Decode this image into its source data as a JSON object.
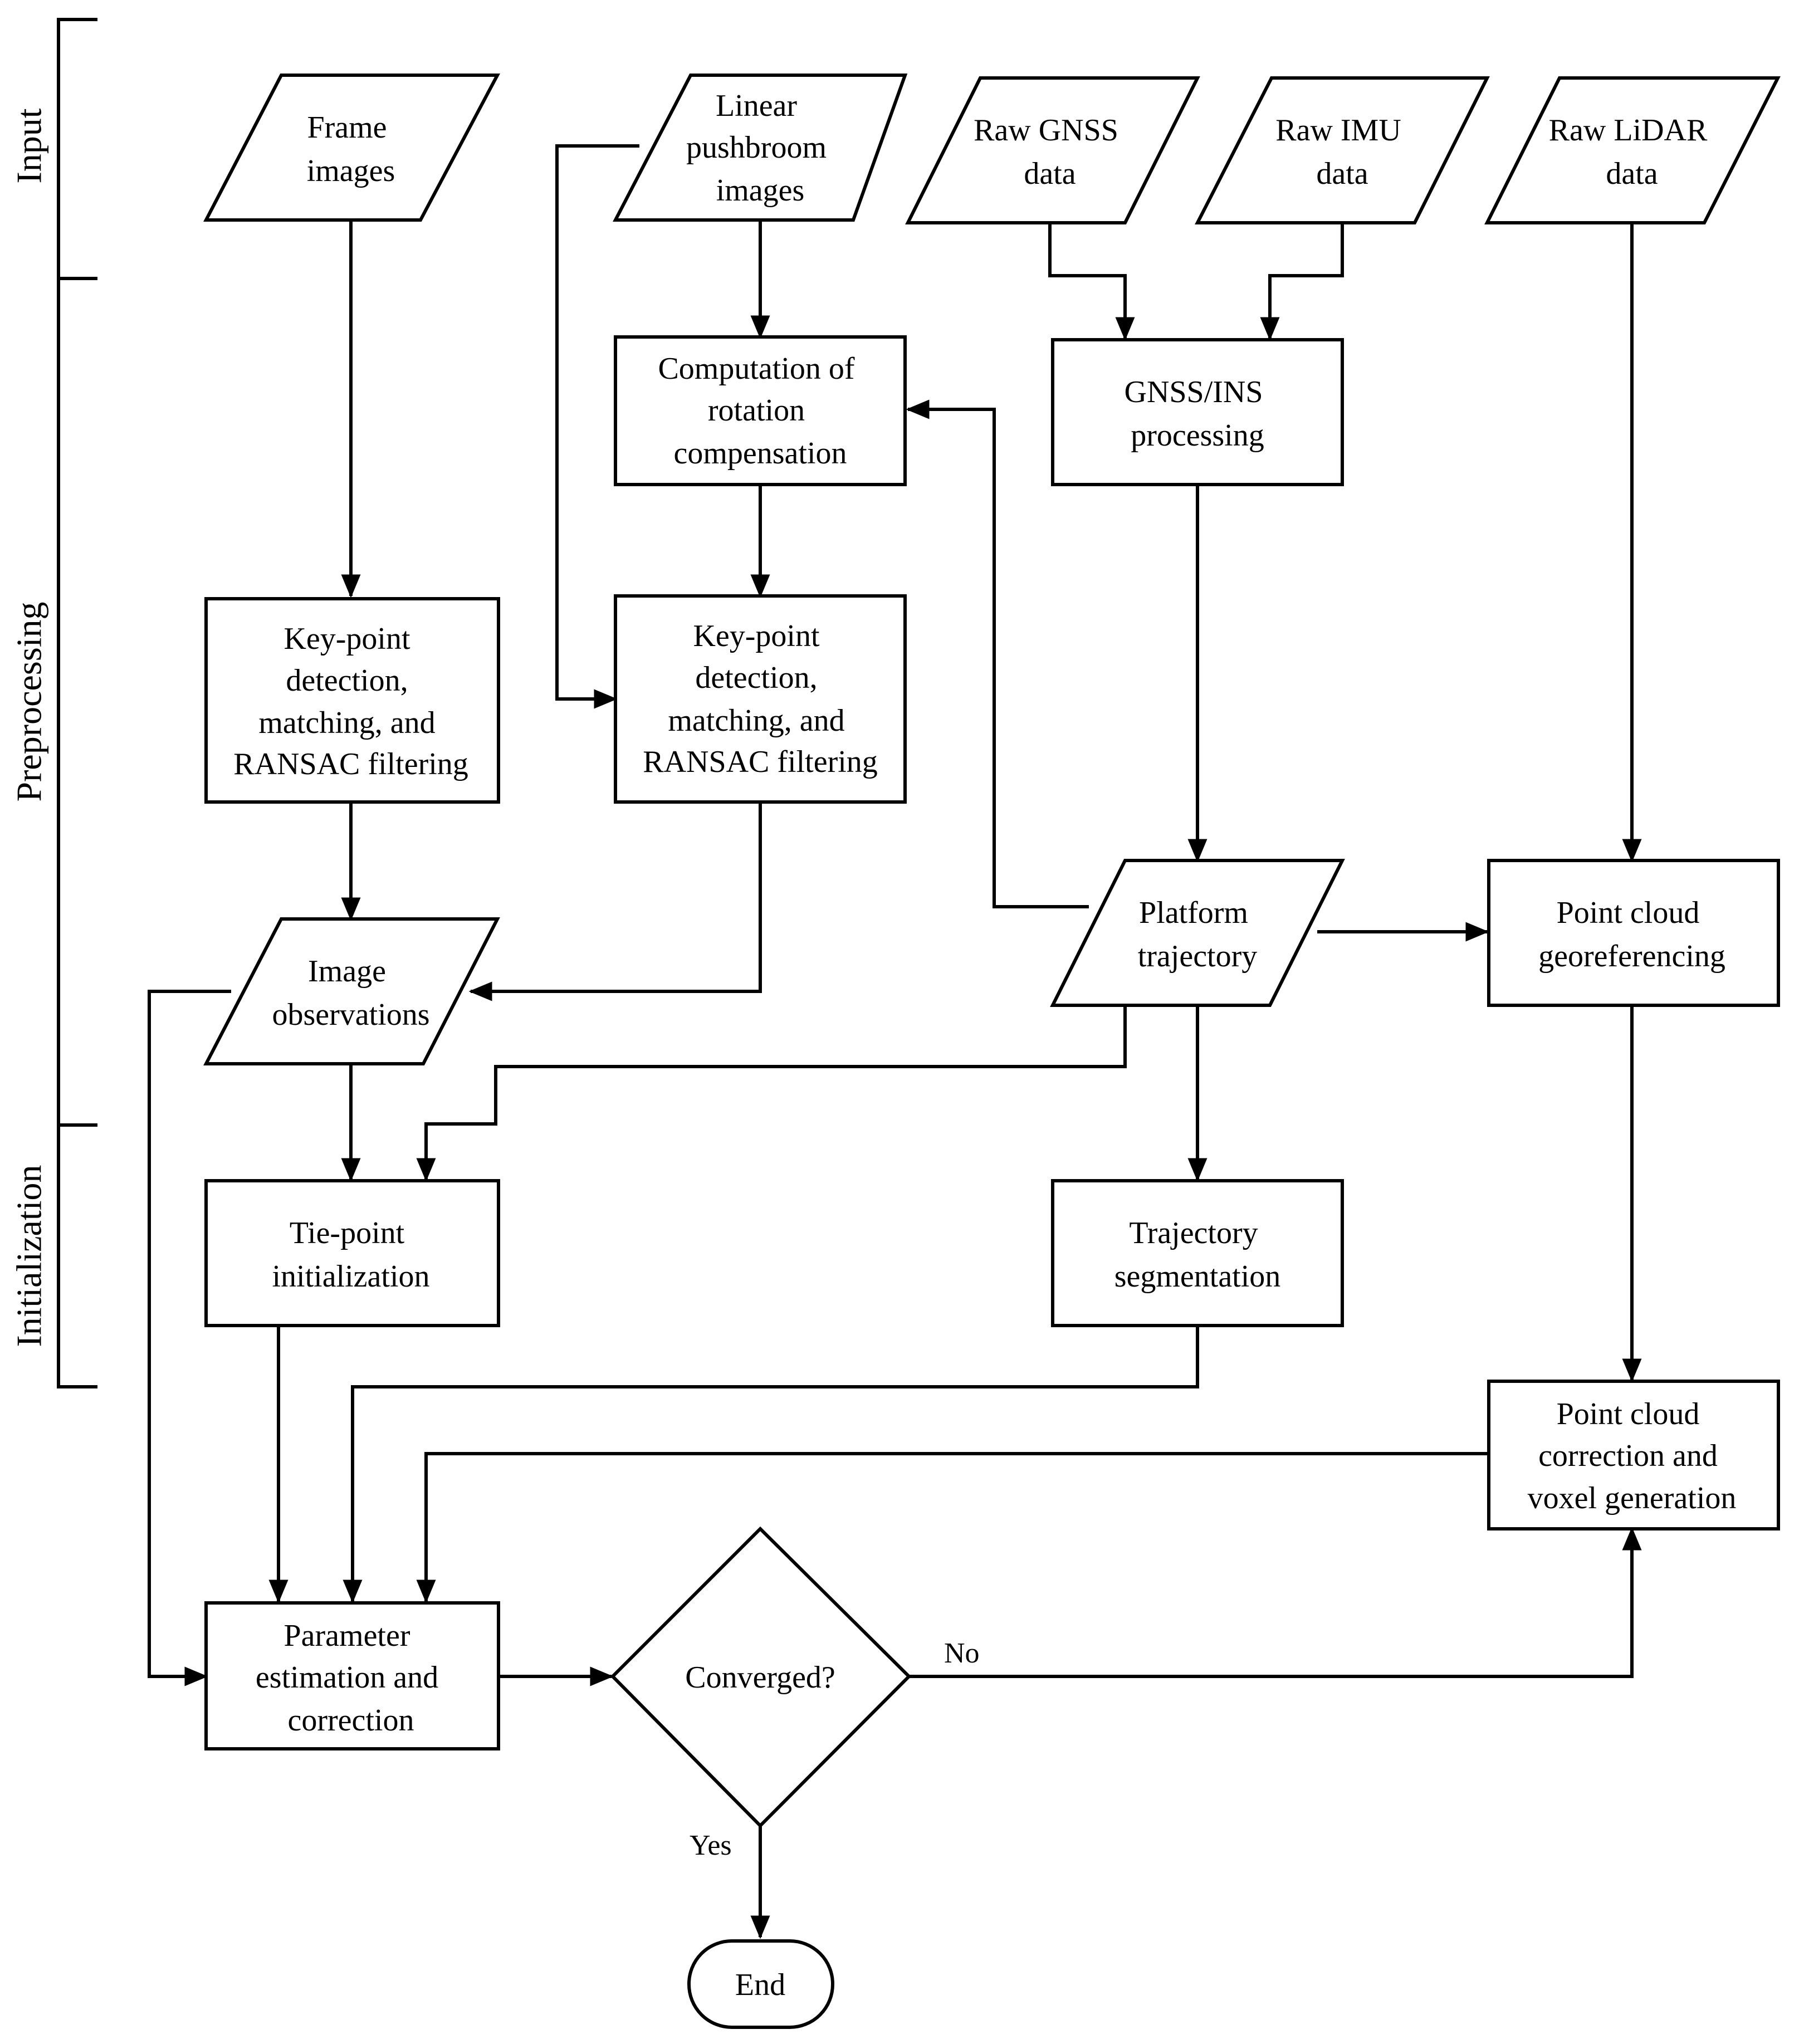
{
  "phases": {
    "input": "Input",
    "preprocessing": "Preprocessing",
    "initialization": "Initialization"
  },
  "nodes": {
    "frame_images": [
      "Frame",
      "images"
    ],
    "linear_pushbroom": [
      "Linear",
      "pushbroom",
      "images"
    ],
    "raw_gnss": [
      "Raw GNSS",
      "data"
    ],
    "raw_imu": [
      "Raw IMU",
      "data"
    ],
    "raw_lidar": [
      "Raw LiDAR",
      "data"
    ],
    "rotation_comp": [
      "Computation of",
      "rotation",
      "compensation"
    ],
    "gnss_ins": [
      "GNSS/INS",
      "processing"
    ],
    "keypoint_frame": [
      "Key-point",
      "detection,",
      "matching, and",
      "RANSAC filtering"
    ],
    "keypoint_pushbroom": [
      "Key-point",
      "detection,",
      "matching, and",
      "RANSAC filtering"
    ],
    "platform_trajectory": [
      "Platform",
      "trajectory"
    ],
    "pc_georef": [
      "Point cloud",
      "georeferencing"
    ],
    "image_obs": [
      "Image",
      "observations"
    ],
    "tiepoint_init": [
      "Tie-point",
      "initialization"
    ],
    "traj_seg": [
      "Trajectory",
      "segmentation"
    ],
    "pc_correction": [
      "Point cloud",
      "correction and",
      "voxel generation"
    ],
    "param_est": [
      "Parameter",
      "estimation and",
      "correction"
    ],
    "converged": [
      "Converged?"
    ],
    "end": [
      "End"
    ]
  },
  "edge_labels": {
    "no": "No",
    "yes": "Yes"
  }
}
